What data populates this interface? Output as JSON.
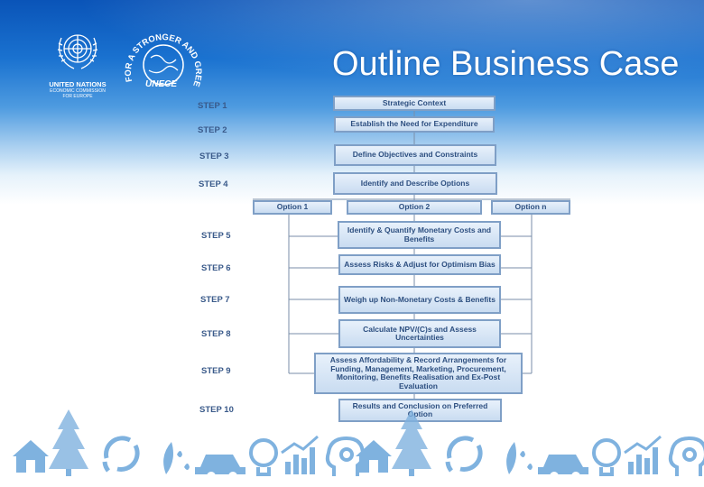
{
  "title": "Outline Business Case",
  "logos": {
    "un_org": "UNITED NATIONS",
    "un_sub": [
      "ECONOMIC COMMISSION",
      "FOR EUROPE"
    ],
    "unece_arc": "FOR A STRONGER AND GREENER ECONOMY",
    "unece_mark": "UNECE"
  },
  "steps": [
    "STEP 1",
    "STEP 2",
    "STEP 3",
    "STEP 4",
    "STEP 5",
    "STEP 6",
    "STEP 7",
    "STEP 8",
    "STEP 9",
    "STEP 10"
  ],
  "boxes": {
    "strategic": "Strategic Context",
    "need": "Establish the Need for Expenditure",
    "objectives": "Define Objectives and Constraints",
    "options": "Identify and Describe Options",
    "option1": "Option 1",
    "option2": "Option 2",
    "optionn": "Option n",
    "costs": "Identify & Quantify Monetary Costs and Benefits",
    "risks": "Assess Risks & Adjust for Optimism Bias",
    "nonmonetary": "Weigh up Non-Monetary Costs & Benefits",
    "npv": "Calculate NPV/(C)s and Assess Uncertainties",
    "affordability": "Assess Affordability & Record Arrangements for Funding, Management, Marketing, Procurement, Monitoring, Benefits Realisation and Ex-Post Evaluation",
    "results": "Results and Conclusion on Preferred Option"
  },
  "colors": {
    "box_border": "#7f9fc6",
    "box_text": "#2d4f80",
    "footer_icons": "#6fa8d8",
    "title": "#ffffff"
  },
  "footer_icons": [
    "house-icon",
    "tree-icon",
    "recycle-arrows-icon",
    "plant-drops-icon",
    "car-icon",
    "lightbulb-icon",
    "bar-chart-icon",
    "head-gear-icon",
    "house-icon",
    "tree-icon",
    "recycle-arrows-icon",
    "plant-drops-icon",
    "car-icon",
    "lightbulb-icon",
    "bar-chart-icon",
    "head-gear-icon"
  ]
}
